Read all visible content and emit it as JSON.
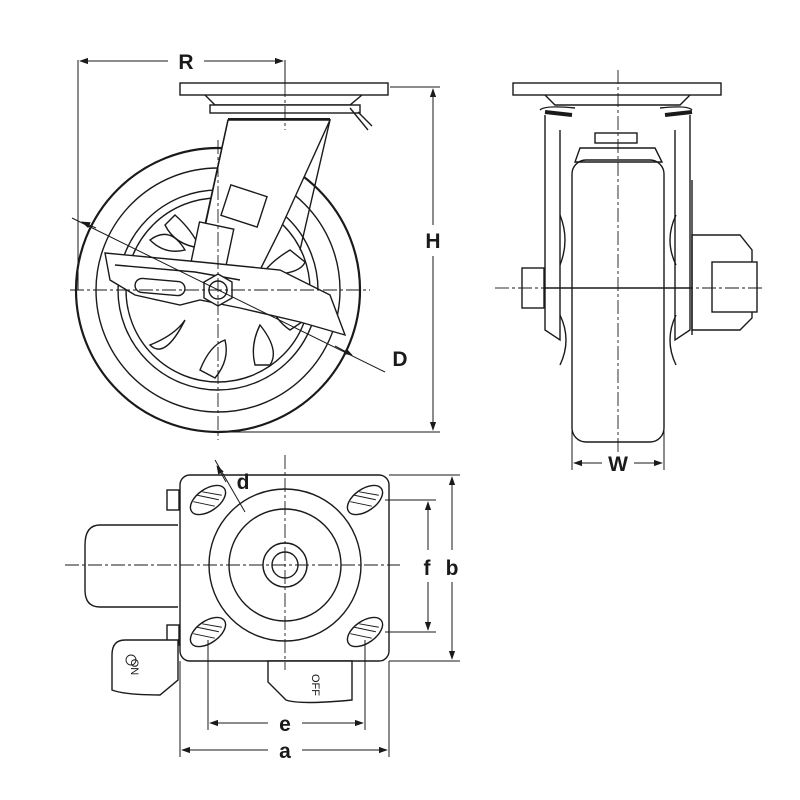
{
  "dimensions": {
    "R": "R",
    "H": "H",
    "D": "D",
    "W": "W",
    "d": "d",
    "f": "f",
    "b": "b",
    "e": "e",
    "a": "a"
  },
  "brake_labels": {
    "on": "ON",
    "off": "OFF"
  }
}
